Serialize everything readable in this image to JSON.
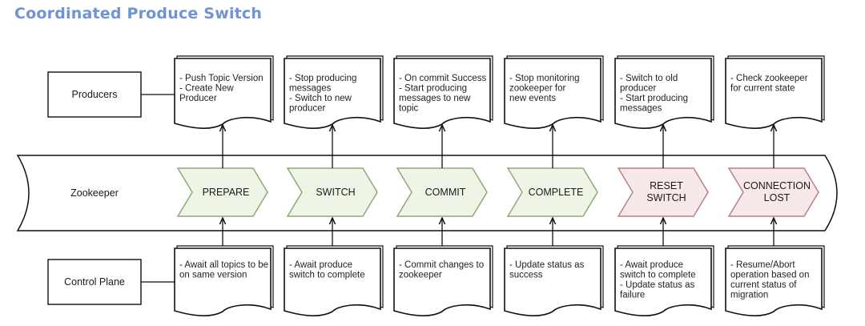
{
  "title": "Coordinated Produce Switch",
  "rows": {
    "producers": "Producers",
    "zookeeper": "Zookeeper",
    "control_plane": "Control Plane"
  },
  "stages": [
    {
      "id": "prepare",
      "label": [
        "PREPARE"
      ],
      "state": "normal",
      "producer_note": [
        "- Push Topic Version",
        "- Create New",
        "  Producer"
      ],
      "control_note": [
        "- Await all topics to be",
        "on same version"
      ]
    },
    {
      "id": "switch",
      "label": [
        "SWITCH"
      ],
      "state": "normal",
      "producer_note": [
        "- Stop producing",
        "  messages",
        "- Switch to new",
        "  producer"
      ],
      "control_note": [
        "- Await produce",
        "switch to complete"
      ]
    },
    {
      "id": "commit",
      "label": [
        "COMMIT"
      ],
      "state": "normal",
      "producer_note": [
        "- On commit Success",
        "- Start producing",
        "  messages to new",
        "  topic"
      ],
      "control_note": [
        "- Commit changes to",
        "zookeeper"
      ]
    },
    {
      "id": "complete",
      "label": [
        "COMPLETE"
      ],
      "state": "normal",
      "producer_note": [
        "- Stop monitoring",
        "  zookeeper for",
        "  new events"
      ],
      "control_note": [
        "- Update status as",
        "success"
      ]
    },
    {
      "id": "reset-switch",
      "label": [
        "RESET",
        "SWITCH"
      ],
      "state": "error",
      "producer_note": [
        "- Switch to old",
        "  producer",
        "- Start producing",
        "  messages"
      ],
      "control_note": [
        "- Await produce",
        "switch to complete",
        "- Update status as",
        "failure"
      ]
    },
    {
      "id": "connection-lost",
      "label": [
        "CONNECTION",
        "LOST"
      ],
      "state": "error",
      "producer_note": [
        "- Check zookeeper",
        "  for current state"
      ],
      "control_note": [
        "- Resume/Abort",
        "operation based on",
        "current status of",
        "migration"
      ]
    }
  ],
  "colors": {
    "title": "#6f93d6",
    "stroke": "#111111",
    "normal_fill": "#eef5e6",
    "normal_stroke": "#8fa87a",
    "error_fill": "#f7e8ea",
    "error_stroke": "#b98089"
  }
}
